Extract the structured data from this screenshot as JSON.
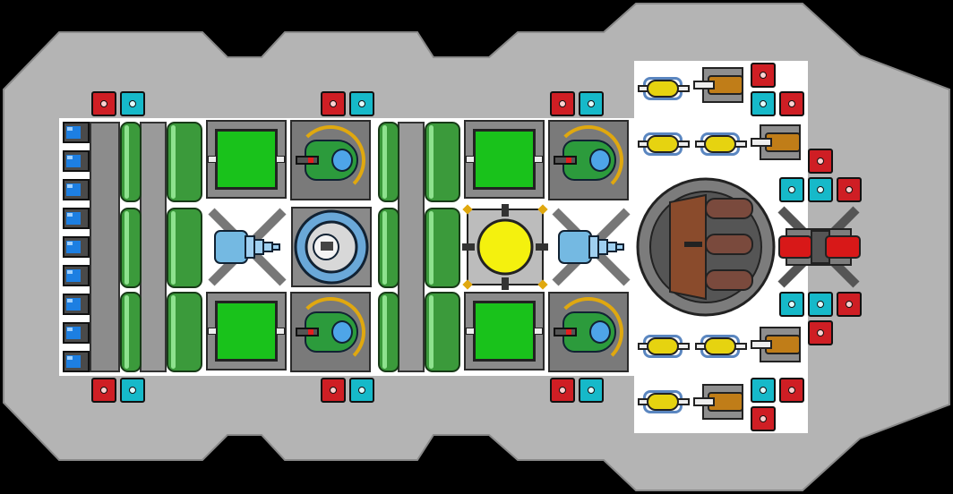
{
  "view": "ship-layout",
  "colors": {
    "hull": "#b4b4b4",
    "interior_floor": "#ffffff",
    "room_outline": "#222222",
    "door_button_red": "#cf1e24",
    "door_button_cyan": "#16b9c9",
    "screen_green": "#19c21b",
    "reactor_yellow": "#f4f10e",
    "hangar_ring": "#e0a80f",
    "coolant_pipe": "#3b9a3b",
    "battery_blue": "#1d7fe2",
    "missile_yellow": "#e6d310",
    "turret_orange": "#c07d18",
    "red_weapon": "#d81818",
    "silo_brown": "#8a4b2c"
  },
  "icons": [
    "door-control-icon",
    "sensor-icon",
    "reactor-icon",
    "fighter-bay-icon",
    "missile-launcher-icon",
    "flak-turret-icon",
    "torpedo-silo-icon",
    "battery-icon",
    "shield-emitter-icon"
  ],
  "modules": {
    "control_panels": 4,
    "fighter_bays": 4,
    "reactor_cores": 1,
    "shield_emitters": 2,
    "missile_launchers": 8,
    "flak_turrets": 6,
    "torpedo_silos": 1,
    "heavy_cannons": 1,
    "battery_cells": 9
  }
}
